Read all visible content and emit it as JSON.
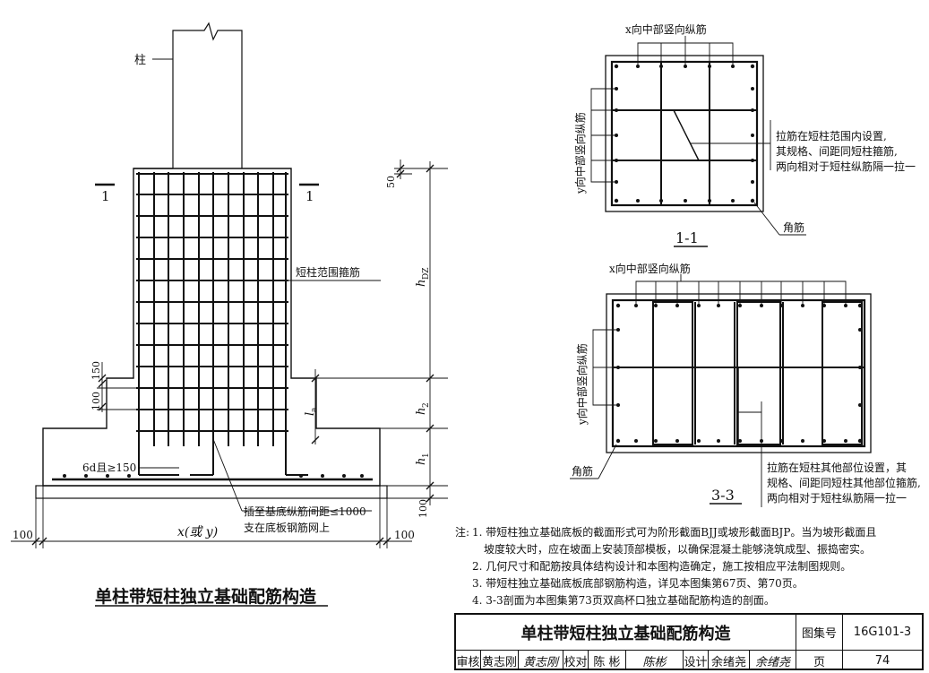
{
  "drawing": {
    "main_title": "单柱带短柱独立基础配筋构造",
    "labels": {
      "column": "柱",
      "section_1": "1",
      "short_column_stirrup": "短柱范围箍筋",
      "dim_50_top": "50",
      "dim_h_DZ": "h",
      "dim_h_DZ_sub": "DZ",
      "dim_h2": "h",
      "dim_h2_sub": "2",
      "dim_h1": "h",
      "dim_h1_sub": "1",
      "dim_100_bottom": "100",
      "dim_150": "150",
      "dim_100_left": "100",
      "dim_la": "l",
      "dim_la_sub": "a",
      "anchor_6d": "6d且≥150",
      "insert_note_1": "插至基底纵筋间距≤1000",
      "insert_note_2": "支在底板钢筋网上",
      "width_label": "x(或 y)",
      "dim_100_left_edge": "100",
      "dim_100_right_edge": "100"
    }
  },
  "section_1_1": {
    "label_x": "x向中部竖向纵筋",
    "label_y": "y向中部竖向纵筋",
    "tie_note": [
      "拉筋在短柱范围内设置,",
      "其规格、间距同短柱箍筋,",
      "两向相对于短柱纵筋隔一拉一"
    ],
    "corner_bar": "角筋",
    "title": "1-1"
  },
  "section_3_3": {
    "label_x": "x向中部竖向纵筋",
    "label_y": "y向中部竖向纵筋",
    "tie_note": [
      "拉筋在短柱其他部位设置，其",
      "规格、间距同短柱其他部位箍筋,",
      "两向相对于短柱纵筋隔一拉一"
    ],
    "corner_bar": "角筋",
    "title": "3-3"
  },
  "notes": {
    "prefix": "注:",
    "items": [
      "1. 带短柱独立基础底板的截面形式可为阶形截面BJJ或坡形截面BJP。当为坡形截面且",
      "坡度较大时，应在坡面上安装顶部模板，以确保混凝土能够浇筑成型、振捣密实。",
      "2. 几何尺寸和配筋按具体结构设计和本图构造确定，施工按相应平法制图规则。",
      "3. 带短柱独立基础底板底部钢筋构造，详见本图集第67页、第70页。",
      "4. 3-3剖面为本图集第73页双高杯口独立基础配筋构造的剖面。"
    ]
  },
  "title_block": {
    "title": "单柱带短柱独立基础配筋构造",
    "atlas_label": "图集号",
    "atlas_no": "16G101-3",
    "review_label": "审核",
    "review_name": "黄志刚",
    "review_sig": "黄志刚",
    "check_label": "校对",
    "check_name": "陈 彬",
    "check_sig": "陈彬",
    "design_label": "设计",
    "design_name": "余绪尧",
    "design_sig": "余绪尧",
    "page_label": "页",
    "page_no": "74"
  }
}
